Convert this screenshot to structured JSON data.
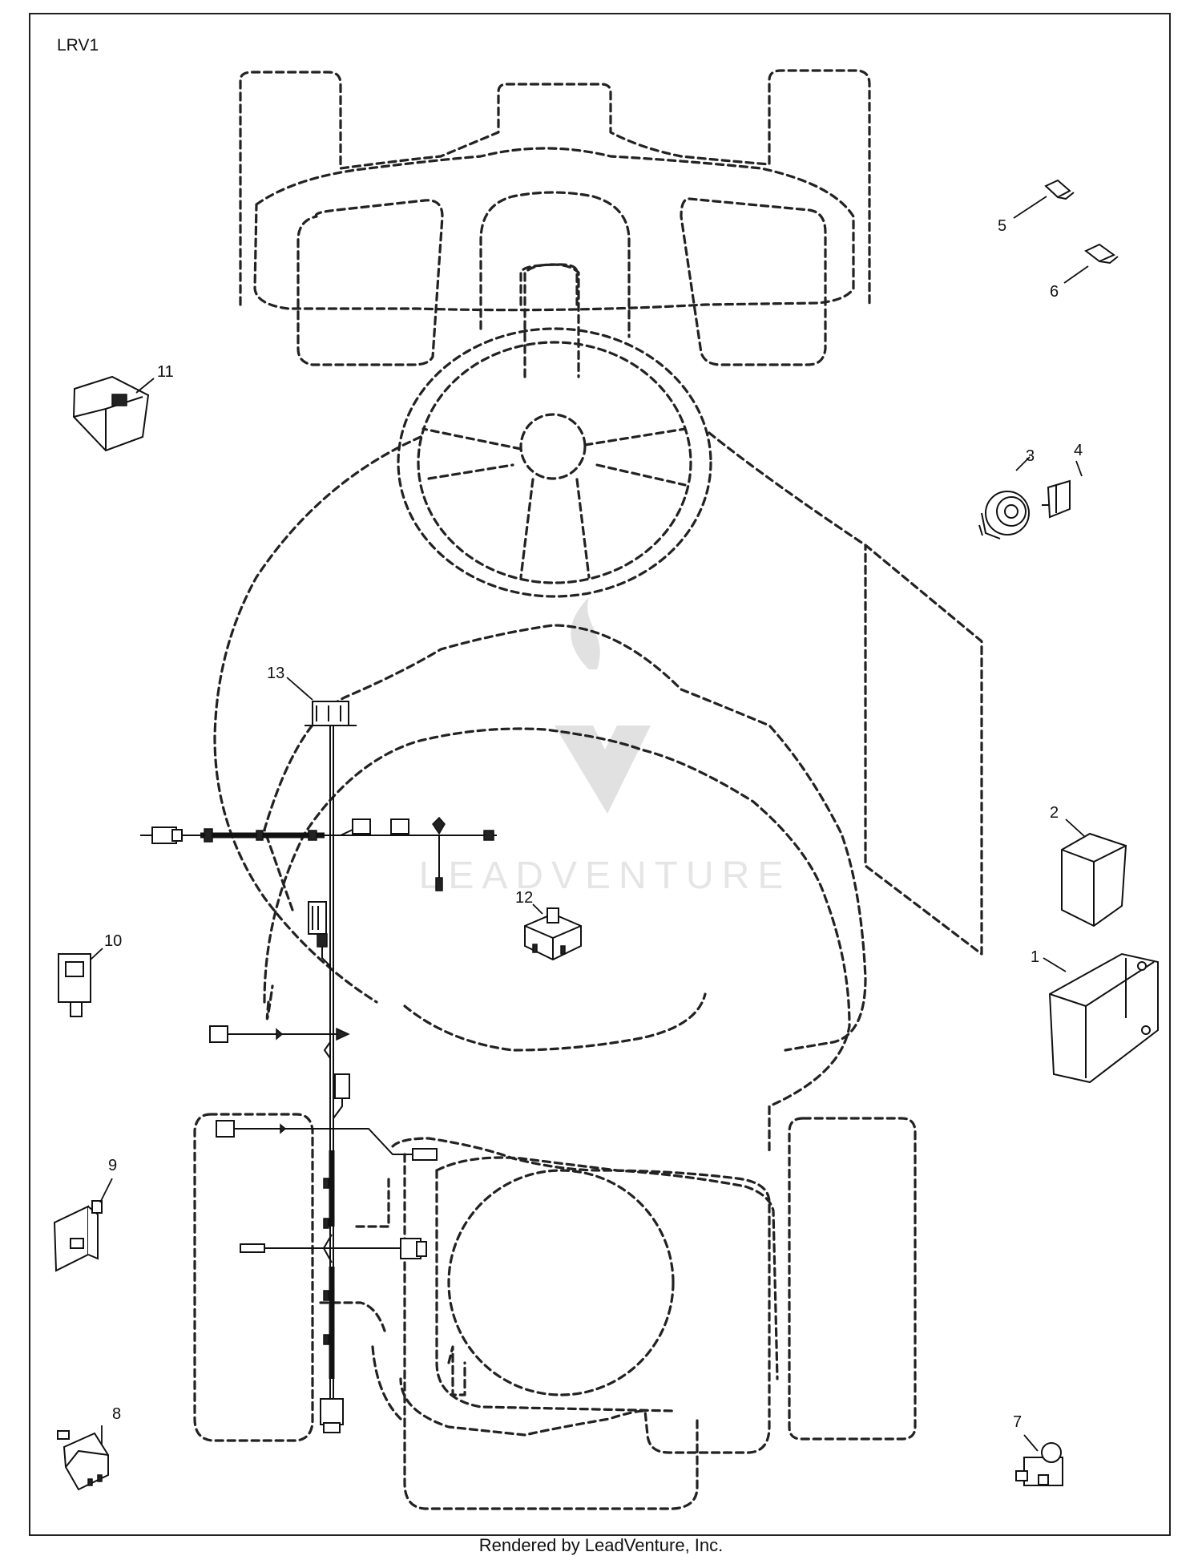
{
  "diagram": {
    "code": "LRV1",
    "footer": "Rendered by LeadVenture, Inc.",
    "watermark": "LEADVENTURE",
    "callouts": [
      "1",
      "2",
      "3",
      "4",
      "5",
      "6",
      "7",
      "8",
      "9",
      "10",
      "11",
      "12",
      "13"
    ]
  }
}
